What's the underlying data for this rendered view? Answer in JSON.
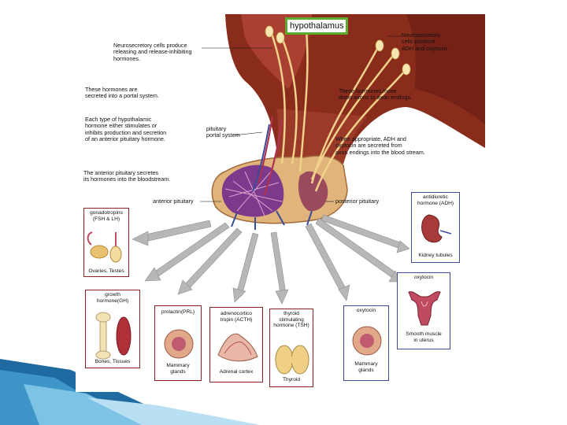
{
  "hypothalamus_label": "hypothalamus",
  "annotations": {
    "neurosecretory_left": "Neurosecretory cells produce\nreleasing and release-inhibiting\nhormones.",
    "neurosecretory_right": "Neurosecretory\ncells produce\nADH and oxytocin.",
    "portal_system_text": "These hormones are\nsecreted into a portal system.",
    "each_type_text": "Each type of hypothalamic\nhormone either stimulates or\ninhibits production and secretion\nof an anterior pituitary hormone.",
    "anterior_secretes_text": "The anterior pituitary secretes\nits hormones into the bloodstream.",
    "move_down_text": "These hormones move\ndown axons to axon endings.",
    "when_appropriate_text": "When appropriate, ADH and\noxytocin are secreted from\naxon endings into the blood stream.",
    "portal_label": "pituitary\nportal system",
    "anterior_label": "anterior pituitary",
    "posterior_label": "posterior pituitary"
  },
  "targets": {
    "gonadotropins": {
      "hormone": "gonadotropins\n(FSH & LH)",
      "organ": "Ovaries, Testes"
    },
    "growth": {
      "hormone": "growth\nhormone(GH)",
      "organ": "Bones, Tissues"
    },
    "prolactin": {
      "hormone": "prolactin(PRL)",
      "organ": "Mammary\nglands"
    },
    "acth": {
      "hormone": "adrenocortico\ntropin (ACTH)",
      "organ": "Adrenal cortex"
    },
    "tsh": {
      "hormone": "thyroid\nstimulating\nhormone (TSH)",
      "organ": "Thyroid"
    },
    "oxytocin_mammary": {
      "hormone": "oxytocin",
      "organ": "Mammary\nglands"
    },
    "oxytocin_uterus": {
      "hormone": "oxytocin",
      "organ": "Smooth muscle\nin uterus"
    },
    "adh": {
      "hormone": "antidiuretic\nhormone (ADH)",
      "organ": "Kidney tubules"
    }
  }
}
